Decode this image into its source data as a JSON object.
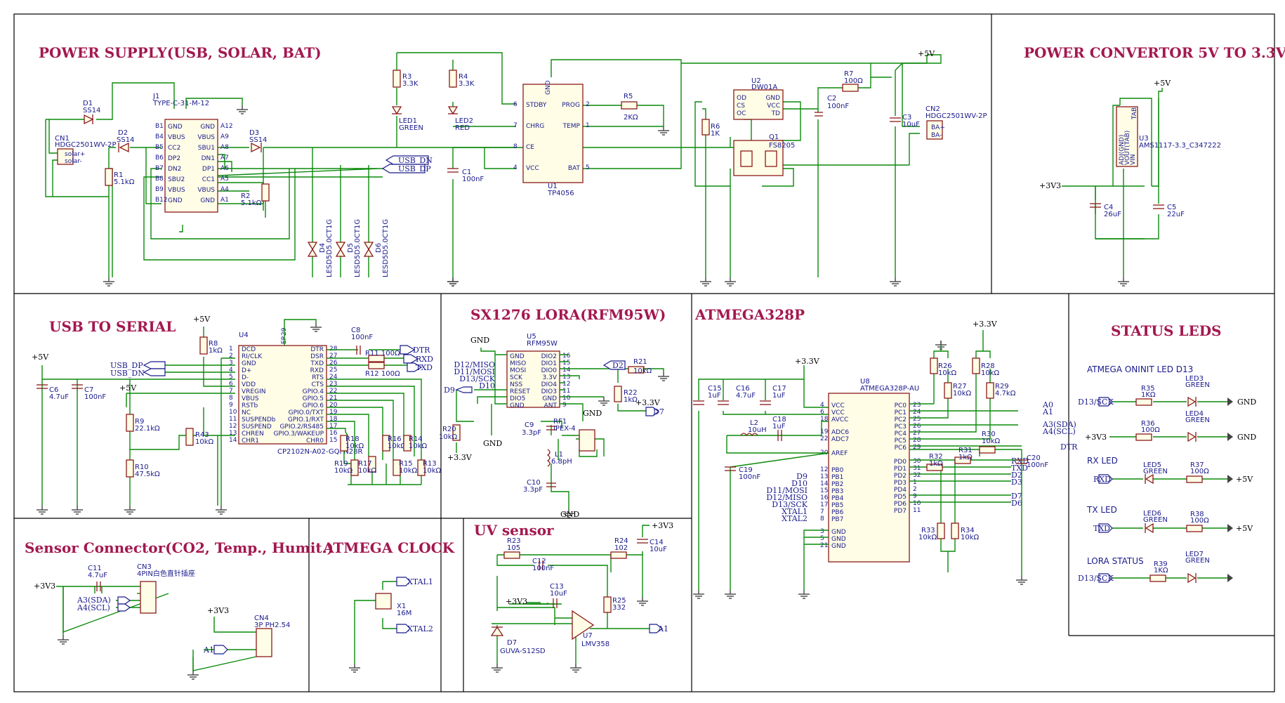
{
  "sections": {
    "power_supply": "POWER SUPPLY(USB, SOLAR, BAT)",
    "power_convertor": "POWER CONVERTOR 5V TO 3.3V",
    "usb_serial": "USB TO SERIAL",
    "lora": "SX1276 LORA(RFM95W)",
    "atmega": "ATMEGA328P",
    "status_leds": "STATUS LEDS",
    "sensor": "Sensor Connector(CO2, Temp., Humit.)",
    "clock": "ATMEGA CLOCK",
    "uv": "UV sensor"
  },
  "power": {
    "d1": "D1",
    "d1v": "SS14",
    "d2": "D2",
    "d2v": "SS14",
    "d3": "D3",
    "d3v": "SS14",
    "cn1": "CN1",
    "cn1v": "HDGC2501WV-2P",
    "cn1p1": "solar+",
    "cn1p2": "solar-",
    "j1": "J1",
    "j1v": "TYPE-C-31-M-12",
    "r1": "R1",
    "r1v": "5.1kΩ",
    "r2": "R2",
    "r2v": "5.1kΩ",
    "r3": "R3",
    "r3v": "3.3K",
    "r4": "R4",
    "r4v": "3.3K",
    "led1": "LED1",
    "led1v": "GREEN",
    "led2": "LED2",
    "led2v": "RED",
    "c1": "C1",
    "c1v": "100nF",
    "u1": "U1",
    "u1v": "TP4056",
    "r5": "R5",
    "r5v": "2KΩ",
    "u2": "U2",
    "u2v": "DW01A",
    "r6": "R6",
    "r6v": "1K",
    "q1": "Q1",
    "q1v": "FS8205",
    "r7": "R7",
    "r7v": "100Ω",
    "c2": "C2",
    "c2v": "100nF",
    "c3": "C3",
    "c3v": "10uF",
    "cn2": "CN2",
    "cn2v": "HDGC2501WV-2P",
    "cn2p1": "BA+",
    "cn2p2": "BA-",
    "d4": "D4",
    "d4v": "LESD5D5.0CT1G",
    "d5": "D5",
    "d5v": "LESD5D5.0CT1G",
    "d6": "D6",
    "d6v": "LESD5D5.0CT1G",
    "usb_dn": "USB_DN",
    "usb_dp": "USB_DP",
    "v5": "+5V",
    "j1pins_l": [
      "GND",
      "VBUS",
      "CC2",
      "DP2",
      "DN2",
      "SBU2",
      "VBUS",
      "GND"
    ],
    "j1pins_ln": [
      "B1",
      "B4",
      "B5",
      "B6",
      "B7",
      "B8",
      "B9",
      "B12"
    ],
    "j1pins_r": [
      "GND",
      "VBUS",
      "SBU1",
      "DN1",
      "DP1",
      "CC1",
      "VBUS",
      "GND"
    ],
    "j1pins_rn": [
      "A12",
      "A9",
      "A8",
      "A7",
      "A6",
      "A5",
      "A4",
      "A1"
    ],
    "u1pins_l": [
      "STDBY",
      "CHRG",
      "CE",
      "VCC"
    ],
    "u1pins_ln": [
      "6",
      "7",
      "8",
      "4"
    ],
    "u1pins_r": [
      "PROG",
      "TEMP",
      "BAT"
    ],
    "u1pins_rn": [
      "2",
      "1",
      "5"
    ],
    "u1gnd": "GND",
    "u2pins_l": [
      "OD",
      "CS",
      "OC"
    ],
    "u2pins_r": [
      "GND",
      "VCC",
      "TD"
    ]
  },
  "conv": {
    "v5": "+5V",
    "v33": "+3V3",
    "u3": "U3",
    "u3v": "AMS1117-3.3_C347222",
    "u3pins": [
      "ADJ(GND)",
      "VOUT(TAB)",
      "VIN"
    ],
    "tab": "TAB",
    "c4": "C4",
    "c4v": "26uF",
    "c5": "C5",
    "c5v": "22uF"
  },
  "usb": {
    "v5": "+5V",
    "u4": "U4",
    "u4v": "CP2102N-A02-GQFN28R",
    "pins_l": [
      "DCD",
      "RI/CLK",
      "GND",
      "D+",
      "D-",
      "VDD",
      "VREGIN",
      "VBUS",
      "RSTb",
      "NC",
      "SUSPENDb",
      "SUSPEND",
      "CHREN",
      "CHR1"
    ],
    "pins_ln": [
      "1",
      "2",
      "3",
      "4",
      "5",
      "6",
      "7",
      "8",
      "9",
      "10",
      "11",
      "12",
      "13",
      "14"
    ],
    "pins_r": [
      "DTR",
      "DSR",
      "TXD",
      "RXD",
      "RTS",
      "CTS",
      "GPIO.4",
      "GPIO.5",
      "GPIO.6",
      "GPIO.0/TXT",
      "GPIO.1/RXT",
      "GPIO.2/RS485",
      "GPIO.3/WAKEUP",
      "CHR0"
    ],
    "pins_rn": [
      "28",
      "27",
      "26",
      "25",
      "24",
      "23",
      "22",
      "21",
      "20",
      "19",
      "18",
      "17",
      "16",
      "15"
    ],
    "ep": "EP",
    "ep_n": "29",
    "usb_dp": "USB_DP",
    "usb_dn": "USB_DN",
    "c6": "C6",
    "c6v": "4.7uF",
    "c7": "C7",
    "c7v": "100nF",
    "r8": "R8",
    "r8v": "1kΩ",
    "r9": "R9",
    "r9v": "22.1kΩ",
    "r10": "R10",
    "r10v": "47.5kΩ",
    "r43": "R43",
    "r43v": "10kΩ",
    "c8": "C8",
    "c8v": "100nF",
    "r11": "R11 100Ω",
    "r12": "R12 100Ω",
    "dtr": "DTR",
    "rxd": "RXD",
    "txd": "TXD",
    "r18": "R18",
    "r18v": "10kΩ",
    "r19": "R19",
    "r19v": "10kΩ",
    "r17": "R17",
    "r17v": "10kΩ",
    "r16": "R16",
    "r16v": "10kΩ",
    "r15": "R15",
    "r15v": "10kΩ",
    "r14": "R14",
    "r14v": "10kΩ",
    "r13": "R13",
    "r13v": "10kΩ"
  },
  "lora": {
    "gnd": "GND",
    "u5": "U5",
    "u5v": "RFM95W",
    "pins_l": [
      "GND",
      "MISO",
      "MOSI",
      "SCK",
      "NSS",
      "RESET",
      "DIO5",
      "GND"
    ],
    "pins_r": [
      "DIO2",
      "DIO1",
      "DIO0",
      "3.3V",
      "DIO4",
      "DIO3",
      "GND",
      "ANT"
    ],
    "pins_rn": [
      "16",
      "15",
      "14",
      "13",
      "12",
      "11",
      "10",
      "9"
    ],
    "nets_l": [
      "D12/MISO",
      "D11/MOSI",
      "D13/SCK",
      "D10"
    ],
    "d9": "D9",
    "d2": "D2",
    "d7": "D7",
    "v33": "+3.3V",
    "r21": "R21",
    "r21v": "10kΩ",
    "r22": "R22",
    "r22v": "1kΩ",
    "r20": "R20",
    "r20v": "10kΩ",
    "c9": "C9",
    "c9v": "3.3pF",
    "l1": "L1",
    "l1v": "6.8pH",
    "c10": "C10",
    "c10v": "3.3pF",
    "rf1": "RF1",
    "rf1v": "IPEX-4",
    "gnd2": "GND",
    "gnd3": "GND"
  },
  "atmega": {
    "v33": "+3.3V",
    "v33b": "+3.3V",
    "u8": "U8",
    "u8v": "ATMEGA328P-AU",
    "pins_l": [
      "VCC",
      "VCC",
      "AVCC",
      "ADC6",
      "ADC7",
      "AREF",
      "PB0",
      "PB1",
      "PB2",
      "PB3",
      "PB4",
      "PB5",
      "PB6",
      "PB7",
      "GND",
      "GND",
      "GND"
    ],
    "pins_ln": [
      "4",
      "6",
      "18",
      "19",
      "22",
      "20",
      "12",
      "13",
      "14",
      "15",
      "16",
      "17",
      "7",
      "8",
      "3",
      "5",
      "21"
    ],
    "pins_r": [
      "PC0",
      "PC1",
      "PC2",
      "PC3",
      "PC4",
      "PC5",
      "PC6",
      "PD0",
      "PD1",
      "PD2",
      "PD3",
      "PD4",
      "PD5",
      "PD6",
      "PD7"
    ],
    "pins_rn": [
      "23",
      "24",
      "25",
      "26",
      "27",
      "28",
      "29",
      "30",
      "31",
      "32",
      "1",
      "2",
      "9",
      "10",
      "11"
    ],
    "nets_l": [
      "D9",
      "D10",
      "D11/MOSI",
      "D12/MISO",
      "D13/SCK",
      "XTAL1",
      "XTAL2"
    ],
    "nets_r": [
      "A0",
      "A1",
      "A3(SDA)",
      "A4(SCL)",
      "DTR",
      "RXD",
      "TXD",
      "D2",
      "D3",
      "D7",
      "D6"
    ],
    "c15": "C15",
    "c15v": "1uF",
    "c16": "C16",
    "c16v": "4.7uF",
    "c17": "C17",
    "c17v": "1uF",
    "l2": "L2",
    "l2v": "10uH",
    "c18": "C18",
    "c18v": "1uF",
    "c19": "C19",
    "c19v": "100nF",
    "r26": "R26",
    "r26v": "10kΩ",
    "r27": "R27",
    "r27v": "10kΩ",
    "r28": "R28",
    "r28v": "10kΩ",
    "r29": "R29",
    "r29v": "4.7kΩ",
    "r30": "R30",
    "r30v": "10kΩ",
    "r31": "R31",
    "r31v": "1kΩ",
    "r32": "R32",
    "r32v": "1kΩ",
    "r33": "R33",
    "r33v": "10kΩ",
    "r34": "R34",
    "r34v": "10kΩ",
    "c20": "C20",
    "c20v": "100nF"
  },
  "leds": {
    "atmega_led": "ATMEGA ONINIT LED D13",
    "rx_led": "RX LED",
    "tx_led": "TX LED",
    "lora_status": "LORA STATUS",
    "d13sck": "D13/SCK",
    "v33": "+3V3",
    "rxd": "RXD",
    "txd": "TXD",
    "v5": "+5V",
    "gnd": "GND",
    "r35": "R35",
    "r35v": "1KΩ",
    "led3": "LED3",
    "led3v": "GREEN",
    "r36": "R36",
    "r36v": "100Ω",
    "led4": "LED4",
    "led4v": "GREEN",
    "led5": "LED5",
    "led5v": "GREEN",
    "r37": "R37",
    "r37v": "100Ω",
    "led6": "LED6",
    "led6v": "GREEN",
    "r38": "R38",
    "r38v": "100Ω",
    "r39": "R39",
    "r39v": "1KΩ",
    "led7": "LED7",
    "led7v": "GREEN"
  },
  "sensor": {
    "v33": "+3V3",
    "c11": "C11",
    "c11v": "4.7uF",
    "cn3": "CN3",
    "cn3v": "4PIN白色直针插座",
    "a3": "A3(SDA)",
    "a4": "A4(SCL)",
    "v33b": "+3V3",
    "cn4": "CN4",
    "cn4v": "3P PH2.54",
    "a1": "A1"
  },
  "clock": {
    "xtal1": "XTAL1",
    "xtal2": "XTAL2",
    "x1": "X1",
    "x1v": "16M"
  },
  "uv": {
    "v33": "+3V3",
    "v33b": "+3V3",
    "r23": "R23",
    "r23v": "105",
    "c12": "C12",
    "c12v": "100nF",
    "c13": "C13",
    "c13v": "10uF",
    "r24": "R24",
    "r24v": "102",
    "c14": "C14",
    "c14v": "10uF",
    "r25": "R25",
    "r25v": "332",
    "d7": "D7",
    "d7v": "GUVA-S12SD",
    "u7": "U7",
    "u7v": "LMV358",
    "a1": "A1"
  }
}
